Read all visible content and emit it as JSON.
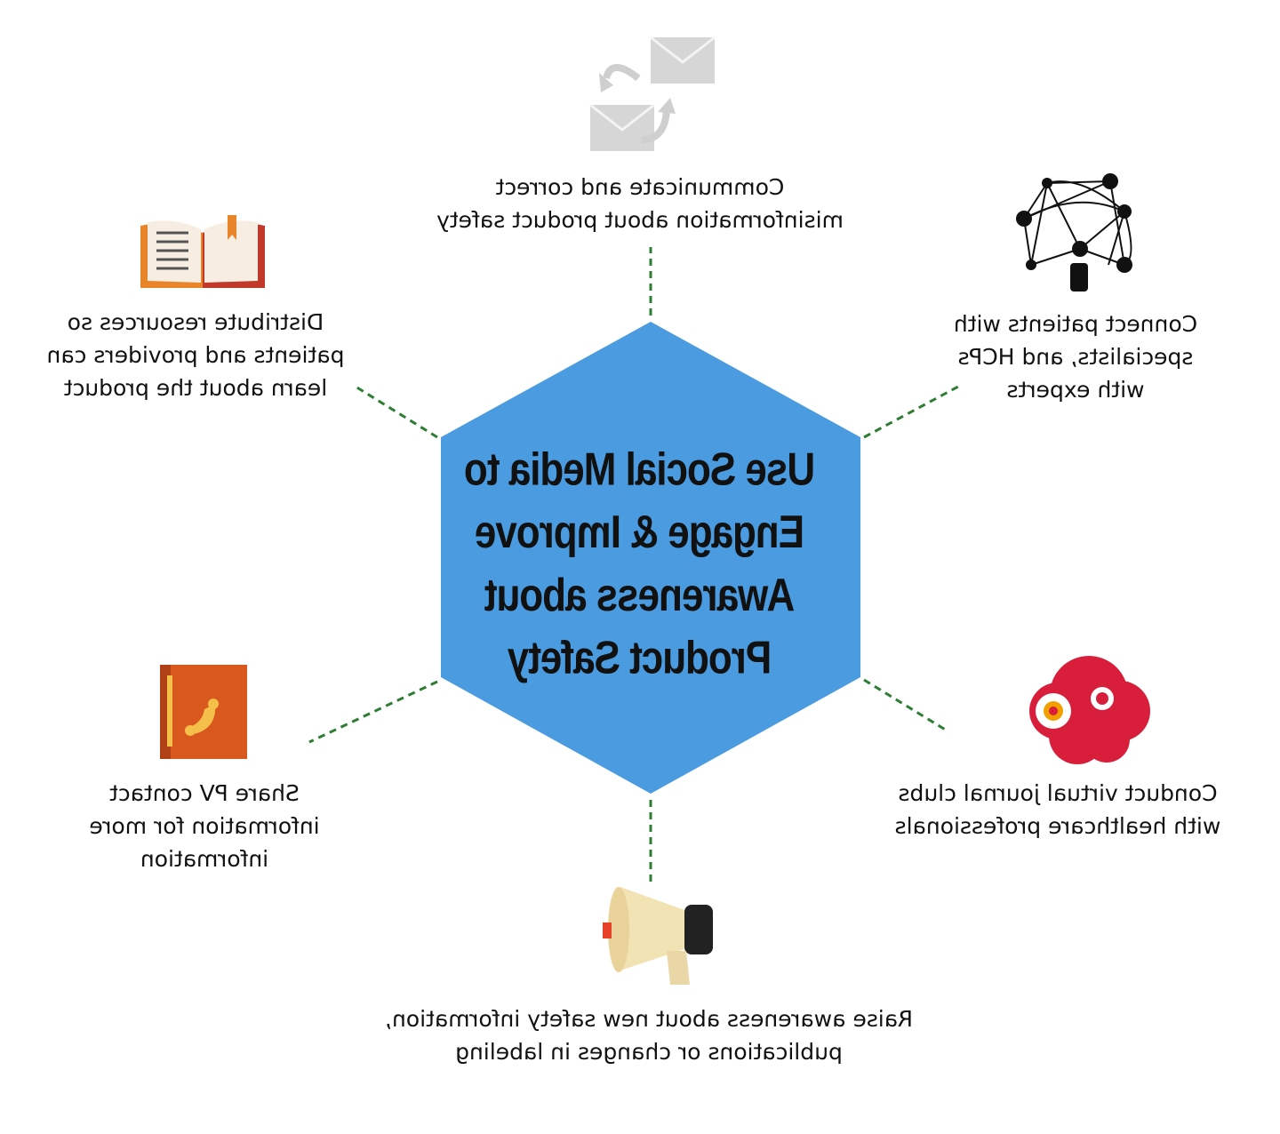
{
  "center": {
    "title": "Use Social Media to Engage & Improve Awareness about Product Safety",
    "color": "#4a9be0"
  },
  "items": [
    {
      "id": "communicate",
      "icon": "email-exchange-icon",
      "text": "Communicate and correct\nmisinformation about product safety"
    },
    {
      "id": "connect",
      "icon": "network-person-icon",
      "text": "Connect patients with\nspecialists, and HCPs\nwith experts"
    },
    {
      "id": "journal",
      "icon": "brain-gears-icon",
      "text": "Conduct virtual journal clubs\nwith healthcare professionals"
    },
    {
      "id": "raise",
      "icon": "megaphone-icon",
      "text": "Raise awareness about new safety information,\npublications or changes in labeling"
    },
    {
      "id": "share",
      "icon": "phone-book-icon",
      "text": "Share PV contact\ninformation for more\ninformation"
    },
    {
      "id": "distribute",
      "icon": "open-book-icon",
      "text": "Distribute resources so\npatients and providers can\nlearn about the product"
    }
  ],
  "colors": {
    "connector": "#2e7d32",
    "orange": "#e8852a",
    "red": "#d81e3a",
    "brown": "#b5532a"
  }
}
